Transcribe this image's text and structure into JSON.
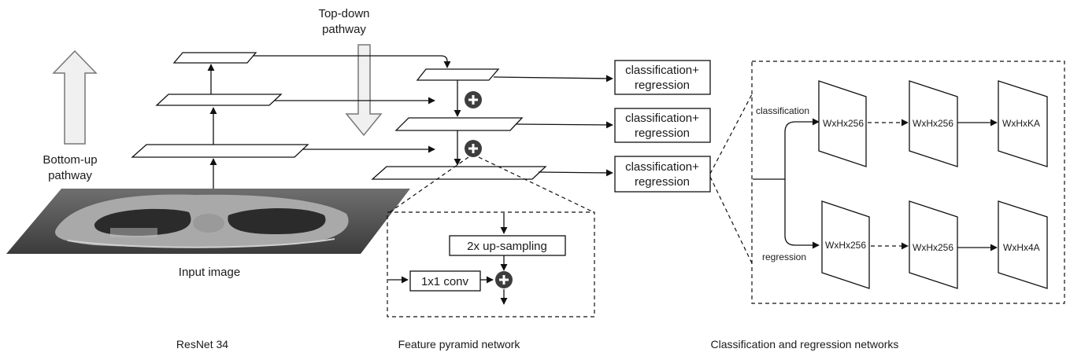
{
  "labels": {
    "top_down_1": "Top-down",
    "top_down_2": "pathway",
    "bottom_up_1": "Bottom-up",
    "bottom_up_2": "pathway",
    "input_image": "Input image"
  },
  "heads": {
    "box_1_line1": "classification+",
    "box_1_line2": "regression",
    "box_2_line1": "classification+",
    "box_2_line2": "regression",
    "box_3_line1": "classification+",
    "box_3_line2": "regression"
  },
  "fpn_detail": {
    "upsampling": "2x up-sampling",
    "conv": "1x1 conv"
  },
  "subnet": {
    "branch_classification": "classification",
    "branch_regression": "regression",
    "cls_feat_1": "WxHx256",
    "cls_feat_2": "WxHx256",
    "cls_out": "WxHxKA",
    "reg_feat_1": "WxHx256",
    "reg_feat_2": "WxHx256",
    "reg_out": "WxHx4A"
  },
  "captions": {
    "resnet": "ResNet 34",
    "fpn": "Feature pyramid network",
    "subnets": "Classification and regression networks"
  }
}
